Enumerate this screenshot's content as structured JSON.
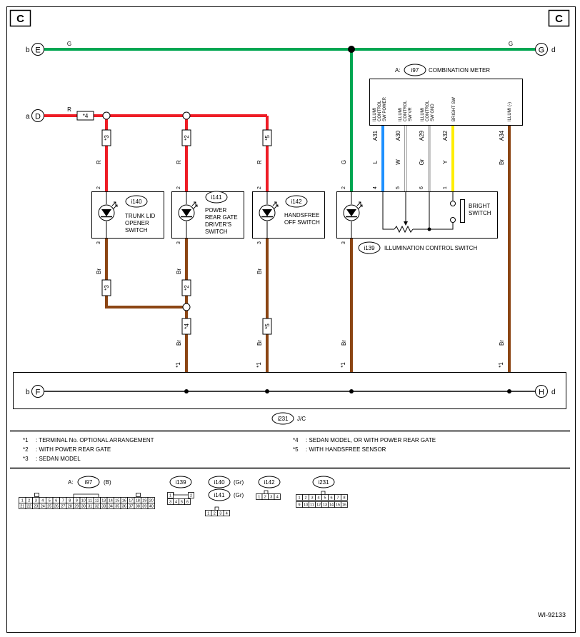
{
  "page": {
    "corner_left": "C",
    "corner_right": "C",
    "ref_id": "WI-92133"
  },
  "colors": {
    "green_wire": "#00a651",
    "red_wire": "#ee1c25",
    "brown_wire": "#8b4513",
    "blue_wire": "#1e90ff",
    "white_wire": "#ffffff",
    "gray_wire": "#c8c8c8",
    "yellow_wire": "#ffee00"
  },
  "terminals": {
    "top_left": {
      "side_label": "b",
      "letter": "E"
    },
    "top_right": {
      "side_label": "d",
      "letter": "G"
    },
    "mid_left": {
      "side_label": "a",
      "letter": "D"
    },
    "jc_left": {
      "side_label": "b",
      "letter": "F"
    },
    "jc_right": {
      "side_label": "d",
      "letter": "H"
    }
  },
  "wire_labels": {
    "top_g_left": "G",
    "top_g_right": "G",
    "red_r": "R",
    "r": "R",
    "br": "Br",
    "g": "G",
    "l": "L",
    "w": "W",
    "gr": "Gr",
    "y": "Y"
  },
  "notes": {
    "n1": "*1",
    "n2": "*2",
    "n3": "*3",
    "n4": "*4",
    "n5": "*5"
  },
  "switches": {
    "i140": {
      "id": "i140",
      "name1": "TRUNK LID",
      "name2": "OPENER",
      "name3": "SWITCH",
      "pin_top": "2",
      "pin_bottom": "3"
    },
    "i141": {
      "id": "i141",
      "name1": "POWER",
      "name2": "REAR GATE",
      "name3": "DRIVER'S",
      "name4": "SWITCH",
      "pin_top": "2",
      "pin_bottom": "3"
    },
    "i142": {
      "id": "i142",
      "name1": "HANDSFREE",
      "name2": "OFF SWITCH",
      "pin_top": "2",
      "pin_bottom": "3"
    },
    "i139": {
      "id": "i139",
      "name": "ILLUMINATION CONTROL SWITCH",
      "pin_2": "2",
      "pin_3": "3",
      "pin_4": "4",
      "pin_5": "5",
      "pin_6": "6",
      "pin_1": "1",
      "bright_switch_1": "BRIGHT",
      "bright_switch_2": "SWITCH"
    }
  },
  "meter": {
    "prefix": "A:",
    "id": "i97",
    "name": "COMBINATION METER",
    "pins": [
      "A31",
      "A30",
      "A29",
      "A32",
      "A34"
    ],
    "pin_labels": [
      {
        "l1": "ILLUMI",
        "l2": "CONTROL",
        "l3": "SW POWER"
      },
      {
        "l1": "ILLUMI",
        "l2": "CONTROL",
        "l3": "SW VR"
      },
      {
        "l1": "ILLUMI",
        "l2": "CONTROL",
        "l3": "SW GND"
      },
      {
        "l1": "BRIGHT SW"
      },
      {
        "l1": "ILLUMI (-)"
      }
    ]
  },
  "jc": {
    "id": "i231",
    "name": "J/C"
  },
  "legend": {
    "items": [
      {
        "mark": "*1",
        "text": ": TERMINAL No. OPTIONAL ARRANGEMENT"
      },
      {
        "mark": "*2",
        "text": ": WITH POWER REAR GATE"
      },
      {
        "mark": "*3",
        "text": ": SEDAN MODEL"
      },
      {
        "mark": "*4",
        "text": ": SEDAN MODEL, OR WITH POWER REAR GATE"
      },
      {
        "mark": "*5",
        "text": ": WITH HANDSFREE SENSOR"
      }
    ]
  },
  "connectors": {
    "i97": {
      "prefix": "A:",
      "id": "i97",
      "color": "(B)",
      "row1": [
        "1",
        "2",
        "3",
        "4",
        "5",
        "6",
        "7",
        "8",
        "9",
        "10",
        "11",
        "12",
        "13",
        "14",
        "15",
        "16",
        "17",
        "18",
        "19",
        "20"
      ],
      "row2": [
        "21",
        "22",
        "23",
        "24",
        "25",
        "26",
        "27",
        "28",
        "29",
        "30",
        "31",
        "32",
        "33",
        "34",
        "35",
        "36",
        "37",
        "38",
        "39",
        "40"
      ]
    },
    "i139": {
      "id": "i139",
      "row1": [
        "1",
        "2"
      ],
      "row2": [
        "3",
        "4",
        "5",
        "6"
      ]
    },
    "i140": {
      "id": "i140",
      "color": "(Gr)"
    },
    "i141": {
      "id": "i141",
      "color": "(Gr)",
      "pins": [
        "1",
        "2",
        "3",
        "4"
      ]
    },
    "i142": {
      "id": "i142",
      "pins": [
        "1",
        "2",
        "3",
        "4"
      ]
    },
    "i231": {
      "id": "i231",
      "row1": [
        "1",
        "2",
        "3",
        "4",
        "5",
        "6",
        "7",
        "8"
      ],
      "row2": [
        "9",
        "10",
        "11",
        "12",
        "13",
        "14",
        "15",
        "16"
      ]
    }
  }
}
